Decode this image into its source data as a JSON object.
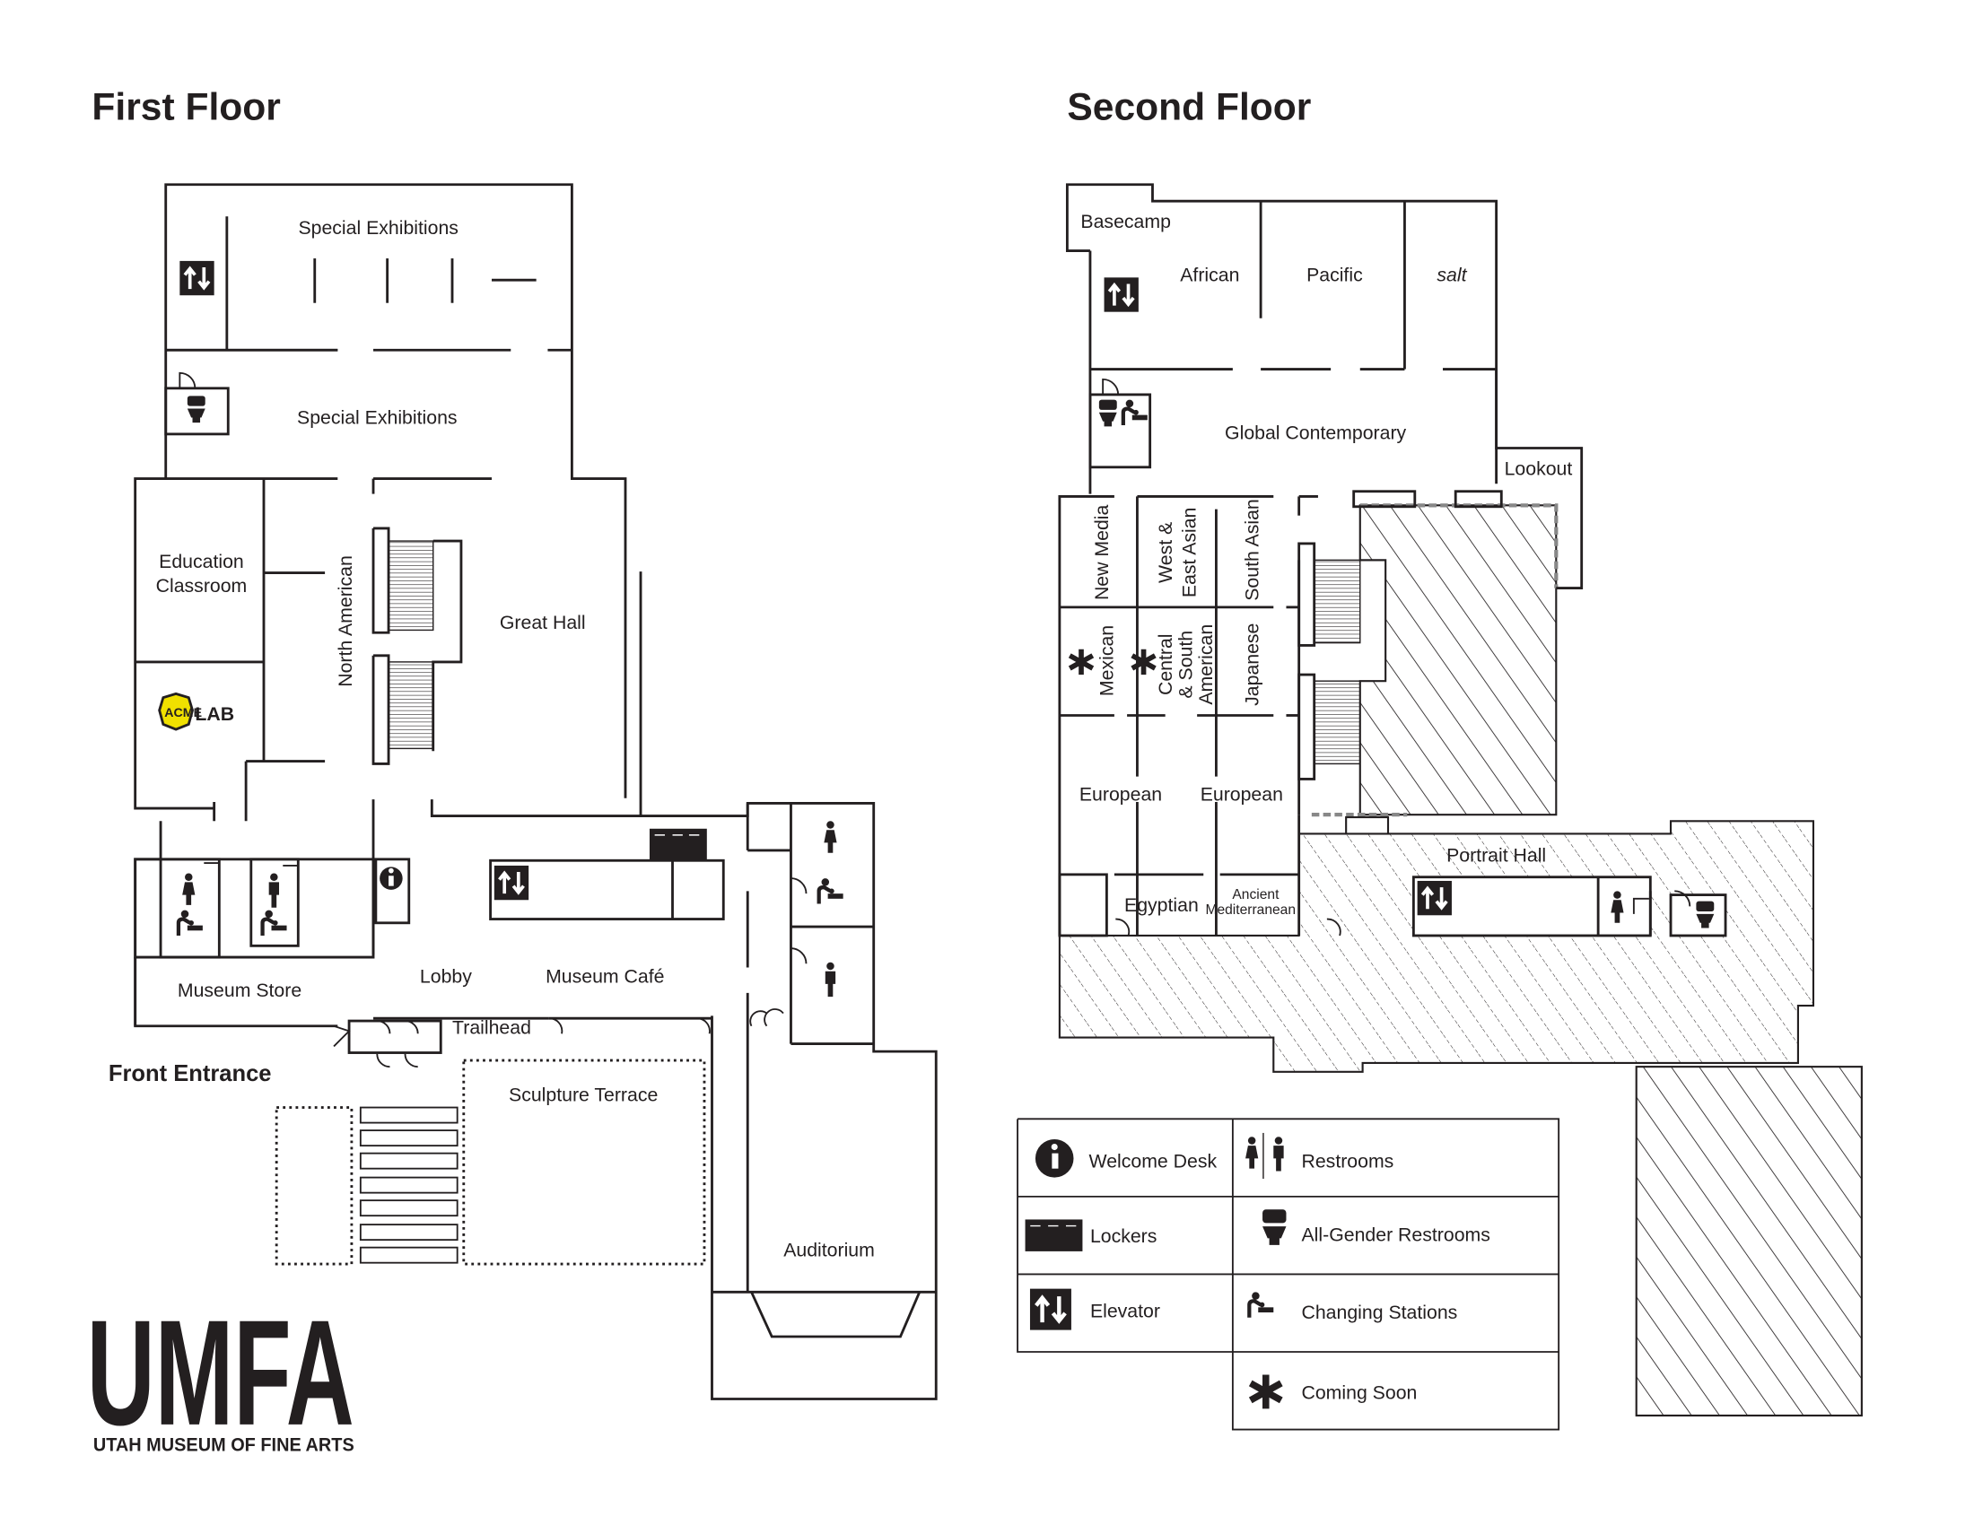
{
  "titles": {
    "first_floor": "First Floor",
    "second_floor": "Second Floor"
  },
  "first_floor": {
    "special_exhibitions_1": "Special Exhibitions",
    "special_exhibitions_2": "Special Exhibitions",
    "education_classroom_1": "Education",
    "education_classroom_2": "Classroom",
    "acme_lab": "LAB",
    "acme_logo": "ACME",
    "north_american": "North American",
    "great_hall": "Great Hall",
    "lobby": "Lobby",
    "museum_cafe": "Museum Café",
    "museum_store": "Museum Store",
    "trailhead": "Trailhead",
    "front_entrance": "Front Entrance",
    "sculpture_terrace": "Sculpture Terrace",
    "auditorium": "Auditorium"
  },
  "second_floor": {
    "basecamp": "Basecamp",
    "african": "African",
    "pacific": "Pacific",
    "salt": "salt",
    "global_contemporary": "Global Contemporary",
    "lookout": "Lookout",
    "new_media": "New Media",
    "west_east_asian_1": "West &",
    "west_east_asian_2": "East Asian",
    "south_asian": "South Asian",
    "mexican": "Mexican",
    "central_south_american_1": "Central",
    "central_south_american_2": "& South",
    "central_south_american_3": "American",
    "japanese": "Japanese",
    "european_1": "European",
    "european_2": "European",
    "egyptian": "Egyptian",
    "ancient_mediterranean_1": "Ancient",
    "ancient_mediterranean_2": "Mediterranean",
    "portrait_hall": "Portrait Hall"
  },
  "legend": {
    "items": [
      {
        "icon": "info-icon",
        "label": "Welcome Desk"
      },
      {
        "icon": "restroom-icon",
        "label": "Restrooms"
      },
      {
        "icon": "locker-icon",
        "label": "Lockers"
      },
      {
        "icon": "toilet-icon",
        "label": "All-Gender Restrooms"
      },
      {
        "icon": "elevator-icon",
        "label": "Elevator"
      },
      {
        "icon": "changing-station-icon",
        "label": "Changing Stations"
      },
      {
        "icon": "asterisk-icon",
        "label": "Coming Soon"
      }
    ]
  },
  "logo": {
    "mark": "UMFA",
    "name": "UTAH MUSEUM OF FINE ARTS"
  }
}
